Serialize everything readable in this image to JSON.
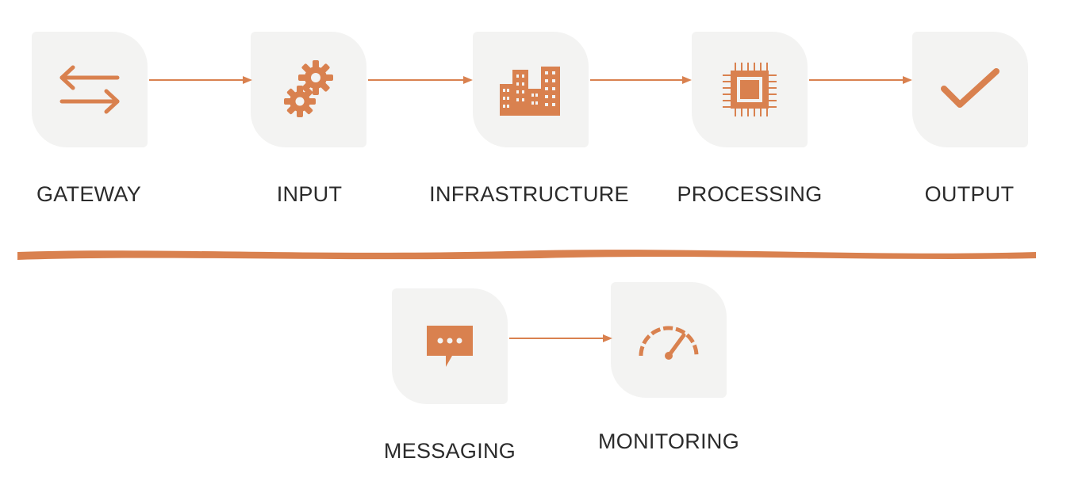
{
  "colors": {
    "accent": "#d9814f",
    "tile_bg": "#f3f3f2",
    "text": "#2b2b2b"
  },
  "row1": [
    {
      "label": "GATEWAY",
      "icon": "swap-arrows-icon"
    },
    {
      "label": "INPUT",
      "icon": "gears-icon"
    },
    {
      "label": "INFRASTRUCTURE",
      "icon": "buildings-icon"
    },
    {
      "label": "PROCESSING",
      "icon": "cpu-chip-icon"
    },
    {
      "label": "OUTPUT",
      "icon": "checkmark-icon"
    }
  ],
  "row2": [
    {
      "label": "MESSAGING",
      "icon": "chat-bubble-icon"
    },
    {
      "label": "MONITORING",
      "icon": "speedometer-icon"
    }
  ]
}
